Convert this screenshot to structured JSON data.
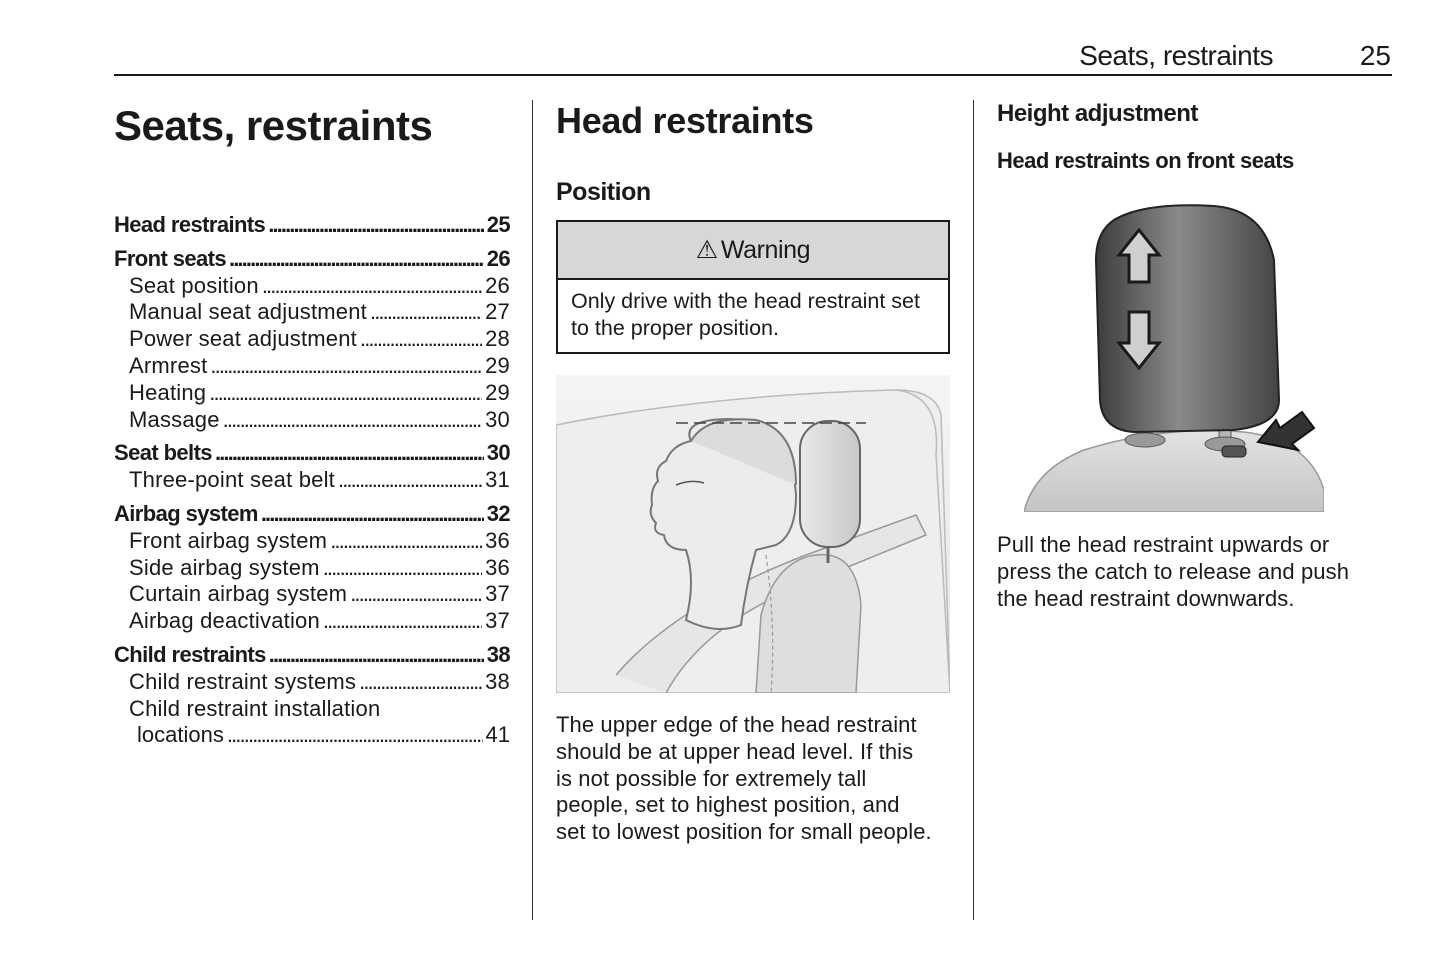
{
  "header": {
    "section": "Seats, restraints",
    "page": "25"
  },
  "chapter_title": "Seats, restraints",
  "toc": [
    {
      "label": "Head restraints",
      "page": "25",
      "level": "main"
    },
    {
      "label": "Front seats",
      "page": "26",
      "level": "main"
    },
    {
      "label": "Seat position",
      "page": "26",
      "level": "sub"
    },
    {
      "label": "Manual seat adjustment",
      "page": "27",
      "level": "sub"
    },
    {
      "label": "Power seat adjustment",
      "page": "28",
      "level": "sub"
    },
    {
      "label": "Armrest",
      "page": "29",
      "level": "sub"
    },
    {
      "label": "Heating",
      "page": "29",
      "level": "sub"
    },
    {
      "label": "Massage",
      "page": "30",
      "level": "sub"
    },
    {
      "label": "Seat belts",
      "page": "30",
      "level": "main"
    },
    {
      "label": "Three-point seat belt",
      "page": "31",
      "level": "sub"
    },
    {
      "label": "Airbag system",
      "page": "32",
      "level": "main"
    },
    {
      "label": "Front airbag system",
      "page": "36",
      "level": "sub"
    },
    {
      "label": "Side airbag system",
      "page": "36",
      "level": "sub"
    },
    {
      "label": "Curtain airbag system",
      "page": "37",
      "level": "sub"
    },
    {
      "label": "Airbag deactivation",
      "page": "37",
      "level": "sub"
    },
    {
      "label": "Child restraints",
      "page": "38",
      "level": "main"
    },
    {
      "label": "Child restraint systems",
      "page": "38",
      "level": "sub"
    },
    {
      "label": "Child restraint installation",
      "page": "",
      "level": "sub-nopg"
    },
    {
      "label": "locations",
      "page": "41",
      "level": "cont"
    }
  ],
  "middle": {
    "heading": "Head restraints",
    "subheading": "Position",
    "warning_icon": "⚠",
    "warning_title": "Warning",
    "warning_text": "Only drive with the head restraint set to the proper position.",
    "illustration_icon": "driver-head-restraint-illustration",
    "body_lines": [
      "The upper edge of the head restraint",
      "should be at upper head level. If this",
      "is not possible for extremely tall",
      "people, set to highest position, and",
      "set to lowest position for small people."
    ]
  },
  "right": {
    "heading": "Height adjustment",
    "subheading": "Head restraints on front seats",
    "illustration_icon": "head-restraint-adjust-illustration",
    "body_lines": [
      "Pull the head restraint upwards or",
      "press the catch to release and push",
      "the head restraint downwards."
    ]
  }
}
